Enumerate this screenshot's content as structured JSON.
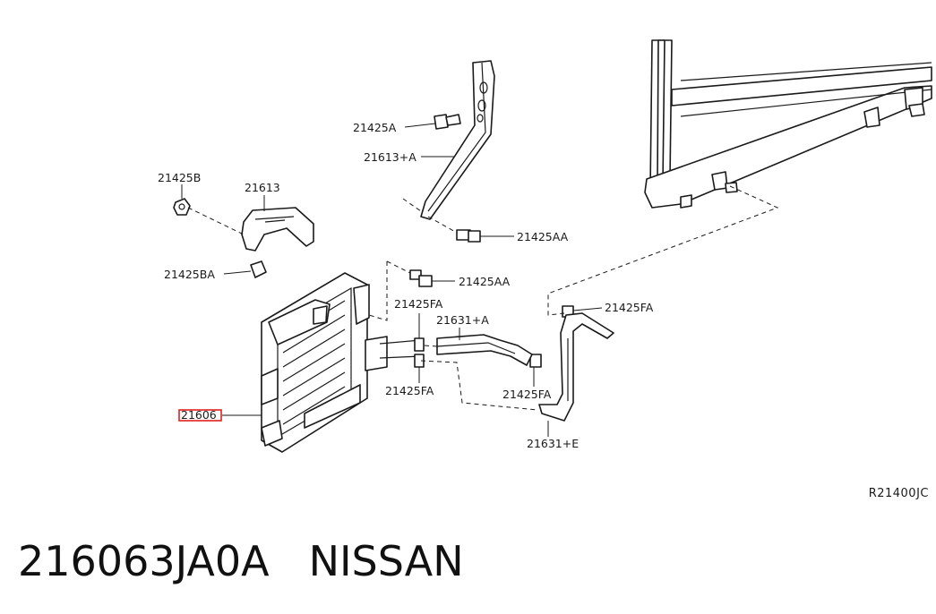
{
  "callouts": {
    "c21425A": "21425A",
    "c21613A": "21613+A",
    "c21425B": "21425B",
    "c21613": "21613",
    "c21425AA_top": "21425AA",
    "c21425BA": "21425BA",
    "c21425AA_mid": "21425AA",
    "c21425FA_top": "21425FA",
    "c21631A": "21631+A",
    "c21425FA_right": "21425FA",
    "c21606": "21606",
    "c21425FA_bottom": "21425FA",
    "c21425FA_lower": "21425FA",
    "c21631E": "21631+E"
  },
  "highlight_color": "#e02020",
  "reference_code": "R21400JC",
  "caption": {
    "part_number": "216063JA0A",
    "brand": "NISSAN"
  }
}
